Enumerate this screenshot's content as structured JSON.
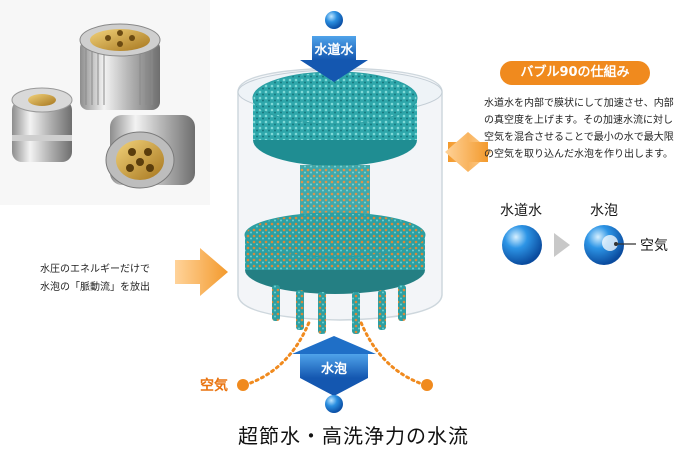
{
  "diagram": {
    "heading": "バブル90の仕組み",
    "description": "水道水を内部で膜状にして加速させ、内部の真空度を上げます。その加速水流に対し空気を混合させることで最小の水で最大限の空気を取り込んだ水泡を作り出します。",
    "left_note_line1": "水圧のエネルギーだけで",
    "left_note_line2": "水泡の「脈動流」を放出",
    "top_arrow_label": "水道水",
    "bottom_arrow_label": "水泡",
    "air_label": "空気",
    "legend_water": "水道水",
    "legend_foam": "水泡",
    "legend_air": "空気",
    "caption": "超節水・高洗浄力の水流",
    "colors": {
      "accent_orange": "#f08a1e",
      "arrow_blue": "#1d6fc9",
      "teal": "#2aa3a8",
      "ball_blue": "#1b7fd6"
    }
  }
}
